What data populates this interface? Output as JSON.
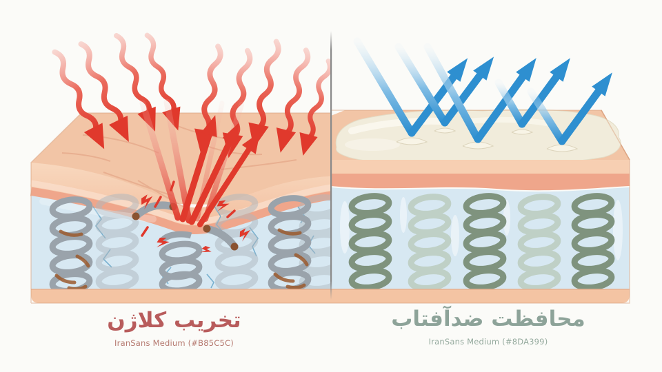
{
  "diagram": {
    "left_panel": {
      "title": "تخریب کلاژن",
      "subtitle": "IranSans Medium (#B85C5C)",
      "accent_color": "#B85C5C",
      "depicts": "UV rays penetrating unprotected skin and breaking collagen coils"
    },
    "right_panel": {
      "title": "محافظت ضدآفتاب",
      "subtitle": "IranSans Medium (#8DA399)",
      "accent_color": "#8DA399",
      "depicts": "Sunscreen layer reflecting UV rays, collagen coils intact"
    }
  },
  "colors": {
    "background": "#FBFBF8",
    "uv-red": "#E0392C",
    "uv-red-light": "#F7BDB5",
    "shield-blue": "#2E8FD0",
    "shield-blue-light": "#CBE4F5",
    "skin-peach": "#F2C5A6",
    "skin-face-light": "#F8D8BE",
    "skin-salmon": "#EFA68B",
    "dermis-blue": "#D7E8F2",
    "crack-blue": "#69A7C9",
    "collagen-gray": "#9AA3AB",
    "collagen-gray-faded": "#AEB8BF",
    "collagen-rust": "#9C5B2E",
    "collagen-green": "#7F937E",
    "collagen-green-light": "#B9CABA",
    "sunscreen-cream": "#F1ECDB",
    "sunscreen-highlight": "#FBF9F0",
    "title-red": "#B85C5C",
    "title-green": "#8DA399",
    "divider-gray": "#8A8A8A"
  }
}
